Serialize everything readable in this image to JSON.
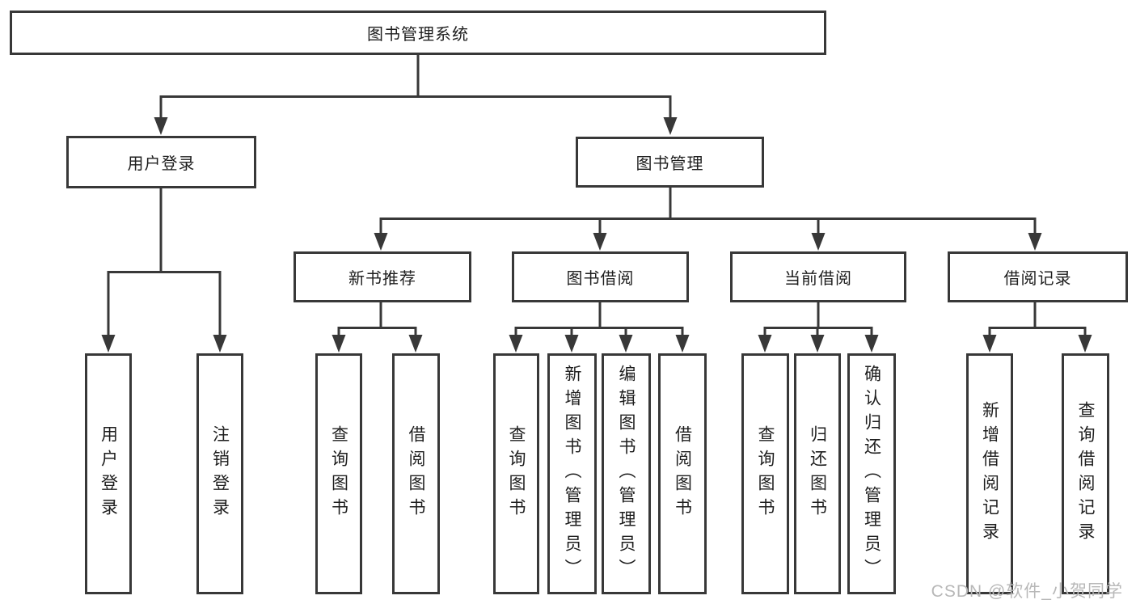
{
  "colors": {
    "line": "#383838",
    "text": "#1e1e1e",
    "box_bg": "#ffffff",
    "background": "#ffffff",
    "watermark": "#b8b8b8"
  },
  "nodes": {
    "root": {
      "label": "图书管理系统"
    },
    "user_login": {
      "label": "用户登录"
    },
    "book_mgmt": {
      "label": "图书管理"
    },
    "new_book_rec": {
      "label": "新书推荐"
    },
    "book_borrow": {
      "label": "图书借阅"
    },
    "current_borrow": {
      "label": "当前借阅"
    },
    "borrow_record": {
      "label": "借阅记录"
    },
    "login_leaf": {
      "label": "用户登录"
    },
    "logout_leaf": {
      "label": "注销登录"
    },
    "rec_query": {
      "label": "查询图书"
    },
    "rec_borrow": {
      "label": "借阅图书"
    },
    "bb_query": {
      "label": "查询图书"
    },
    "bb_add": {
      "label": "新增图书（管理员）"
    },
    "bb_edit": {
      "label": "编辑图书（管理员）"
    },
    "bb_borrow": {
      "label": "借阅图书"
    },
    "cb_query": {
      "label": "查询图书"
    },
    "cb_return": {
      "label": "归还图书"
    },
    "cb_confirm": {
      "label": "确认归还（管理员）"
    },
    "br_add": {
      "label": "新增借阅记录"
    },
    "br_query": {
      "label": "查询借阅记录"
    }
  },
  "watermark": {
    "text": "CSDN @软件_小贺同学"
  }
}
